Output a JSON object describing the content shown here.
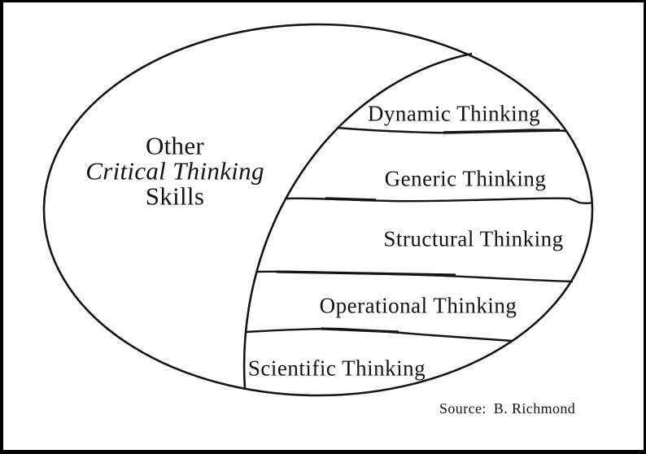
{
  "diagram": {
    "left_region": {
      "line1": "Other",
      "line2": "Critical Thinking",
      "line3": "Skills"
    },
    "segments": [
      {
        "label": "Dynamic Thinking"
      },
      {
        "label": "Generic Thinking"
      },
      {
        "label": "Structural Thinking"
      },
      {
        "label": "Operational Thinking"
      },
      {
        "label": "Scientific Thinking"
      }
    ],
    "source": {
      "label": "Source:",
      "value": "B. Richmond"
    },
    "colors": {
      "ink": "#131313",
      "background": "#ffffff",
      "frame": "#000000"
    }
  }
}
